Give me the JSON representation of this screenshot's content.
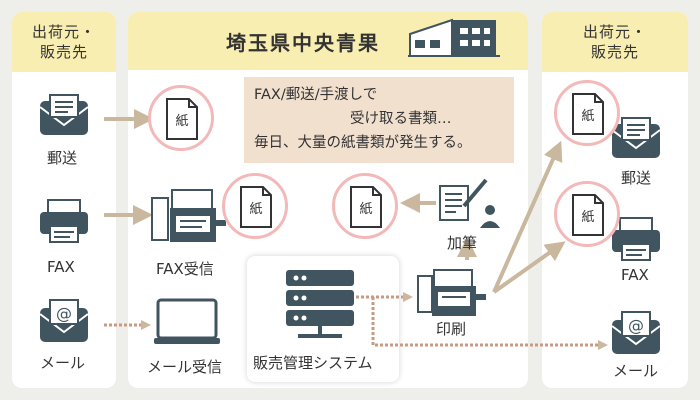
{
  "left_panel": {
    "title": "出荷元・\n販売先",
    "items": [
      {
        "label": "郵送",
        "icon": "envelope-icon"
      },
      {
        "label": "FAX",
        "icon": "fax-icon"
      },
      {
        "label": "メール",
        "icon": "email-icon"
      }
    ]
  },
  "main_panel": {
    "title": "埼玉県中央青果",
    "note": {
      "line1": "FAX/郵送/手渡しで",
      "line2": "受け取る書類…",
      "line3": "毎日、大量の紙書類が発生する。"
    },
    "paper_label": "紙",
    "labels": {
      "fax_receive": "FAX受信",
      "mail_receive": "メール受信",
      "system": "販売管理システム",
      "annotate": "加筆",
      "print": "印刷"
    }
  },
  "right_panel": {
    "title": "出荷元・\n販売先",
    "items": [
      {
        "label": "郵送",
        "icon": "envelope-icon"
      },
      {
        "label": "FAX",
        "icon": "fax-icon"
      },
      {
        "label": "メール",
        "icon": "email-icon"
      }
    ]
  },
  "colors": {
    "background": "#eeeeeb",
    "header": "#f9eeb1",
    "note": "#f2e0cf",
    "arrow": "#c9b79e",
    "icon": "#40555f",
    "circle": "#f3b8b8"
  }
}
